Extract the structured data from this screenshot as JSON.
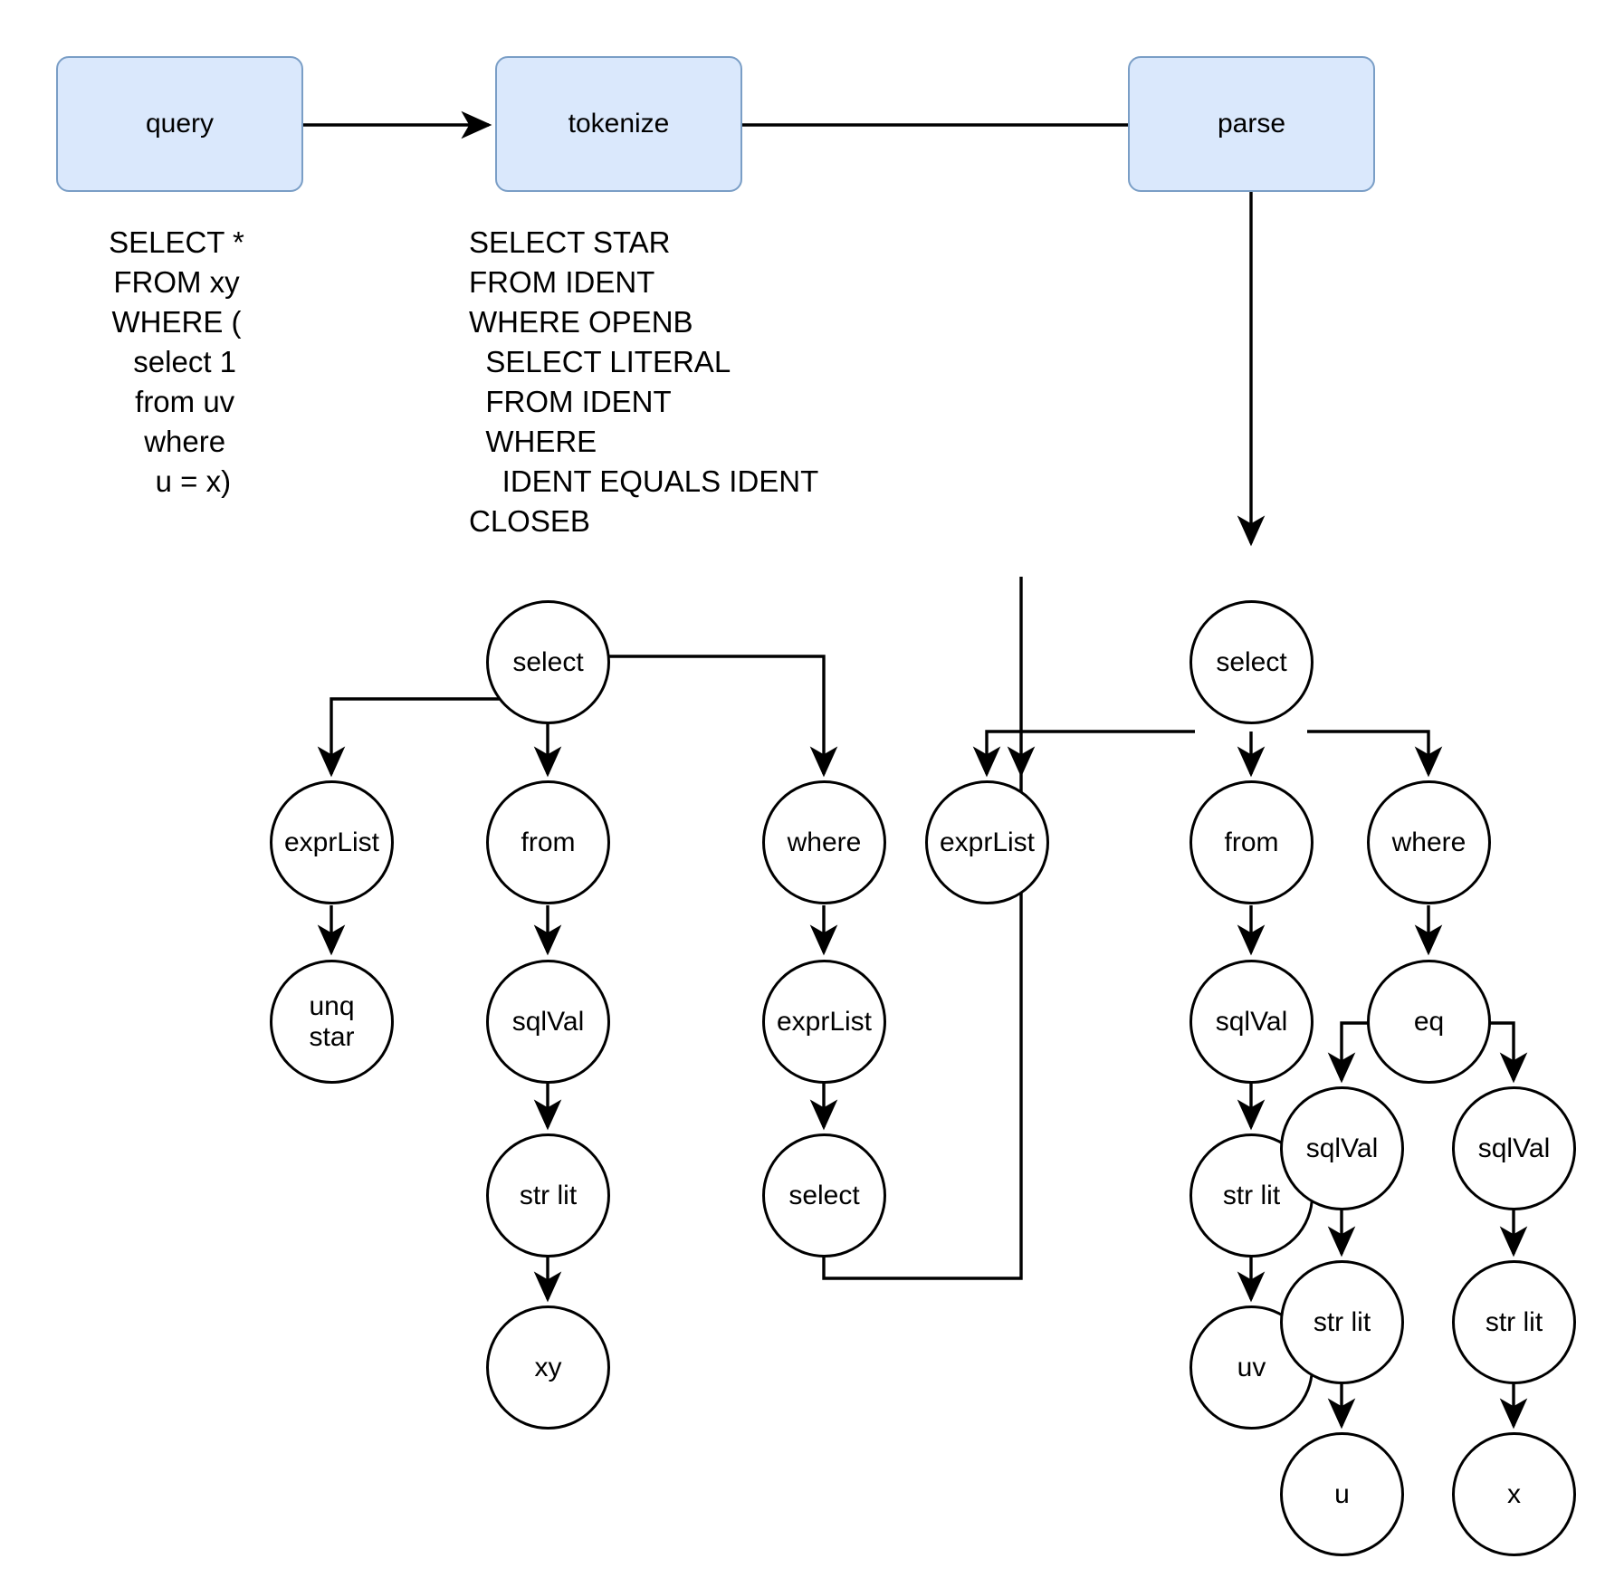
{
  "diagram": {
    "title": "SQL query tokenize and parse pipeline",
    "colors": {
      "box_fill": "#dae8fc",
      "box_stroke": "#7a9ec6",
      "node_stroke": "#000000",
      "node_fill": "#ffffff",
      "edge": "#000000"
    },
    "pipeline": [
      {
        "id": "query",
        "label": "query"
      },
      {
        "id": "tokenize",
        "label": "tokenize"
      },
      {
        "id": "parse",
        "label": "parse"
      }
    ],
    "code_blocks": [
      {
        "id": "query-text",
        "under": "query",
        "text": "SELECT *\nFROM xy\nWHERE (\n  select 1\n  from uv\n  where\n    u = x)"
      },
      {
        "id": "tokenize-text",
        "under": "tokenize",
        "text": "SELECT STAR\nFROM IDENT\nWHERE OPENB\n  SELECT LITERAL\n  FROM IDENT\n  WHERE\n    IDENT EQUALS IDENT\nCLOSEB"
      }
    ],
    "tree_nodes": [
      {
        "id": "l-select",
        "label": "select",
        "tree": "outer"
      },
      {
        "id": "l-exprlist",
        "label": "exprList",
        "tree": "outer"
      },
      {
        "id": "l-unqstar",
        "label": "unq\nstar",
        "tree": "outer"
      },
      {
        "id": "l-from",
        "label": "from",
        "tree": "outer"
      },
      {
        "id": "l-sqlval",
        "label": "sqlVal",
        "tree": "outer"
      },
      {
        "id": "l-strlit",
        "label": "str lit",
        "tree": "outer"
      },
      {
        "id": "l-xy",
        "label": "xy",
        "tree": "outer"
      },
      {
        "id": "l-where",
        "label": "where",
        "tree": "outer"
      },
      {
        "id": "l-where-exprlist",
        "label": "exprList",
        "tree": "outer"
      },
      {
        "id": "l-sub-select",
        "label": "select",
        "tree": "outer"
      },
      {
        "id": "r-select",
        "label": "select",
        "tree": "inner"
      },
      {
        "id": "r-exprlist",
        "label": "exprList",
        "tree": "inner"
      },
      {
        "id": "r-from",
        "label": "from",
        "tree": "inner"
      },
      {
        "id": "r-sqlval",
        "label": "sqlVal",
        "tree": "inner"
      },
      {
        "id": "r-strlit",
        "label": "str lit",
        "tree": "inner"
      },
      {
        "id": "r-uv",
        "label": "uv",
        "tree": "inner"
      },
      {
        "id": "r-where",
        "label": "where",
        "tree": "inner"
      },
      {
        "id": "r-eq",
        "label": "eq",
        "tree": "inner"
      },
      {
        "id": "r-sqlval-l",
        "label": "sqlVal",
        "tree": "inner"
      },
      {
        "id": "r-strlit-l",
        "label": "str lit",
        "tree": "inner"
      },
      {
        "id": "r-u",
        "label": "u",
        "tree": "inner"
      },
      {
        "id": "r-sqlval-r",
        "label": "sqlVal",
        "tree": "inner"
      },
      {
        "id": "r-strlit-r",
        "label": "str lit",
        "tree": "inner"
      },
      {
        "id": "r-x",
        "label": "x",
        "tree": "inner"
      }
    ],
    "edges": [
      {
        "from": "query",
        "to": "tokenize"
      },
      {
        "from": "tokenize",
        "to": "parse"
      },
      {
        "from": "parse",
        "to": "r-select"
      },
      {
        "from": "l-select",
        "to": "l-exprlist"
      },
      {
        "from": "l-select",
        "to": "l-from"
      },
      {
        "from": "l-select",
        "to": "l-where"
      },
      {
        "from": "l-exprlist",
        "to": "l-unqstar"
      },
      {
        "from": "l-from",
        "to": "l-sqlval"
      },
      {
        "from": "l-sqlval",
        "to": "l-strlit"
      },
      {
        "from": "l-strlit",
        "to": "l-xy"
      },
      {
        "from": "l-where",
        "to": "l-where-exprlist"
      },
      {
        "from": "l-where-exprlist",
        "to": "l-sub-select"
      },
      {
        "from": "l-sub-select",
        "to": "r-exprlist"
      },
      {
        "from": "r-select",
        "to": "r-exprlist"
      },
      {
        "from": "r-select",
        "to": "r-from"
      },
      {
        "from": "r-select",
        "to": "r-where"
      },
      {
        "from": "r-from",
        "to": "r-sqlval"
      },
      {
        "from": "r-sqlval",
        "to": "r-strlit"
      },
      {
        "from": "r-strlit",
        "to": "r-uv"
      },
      {
        "from": "r-where",
        "to": "r-eq"
      },
      {
        "from": "r-eq",
        "to": "r-sqlval-l"
      },
      {
        "from": "r-eq",
        "to": "r-sqlval-r"
      },
      {
        "from": "r-sqlval-l",
        "to": "r-strlit-l"
      },
      {
        "from": "r-strlit-l",
        "to": "r-u"
      },
      {
        "from": "r-sqlval-r",
        "to": "r-strlit-r"
      },
      {
        "from": "r-strlit-r",
        "to": "r-x"
      }
    ]
  }
}
